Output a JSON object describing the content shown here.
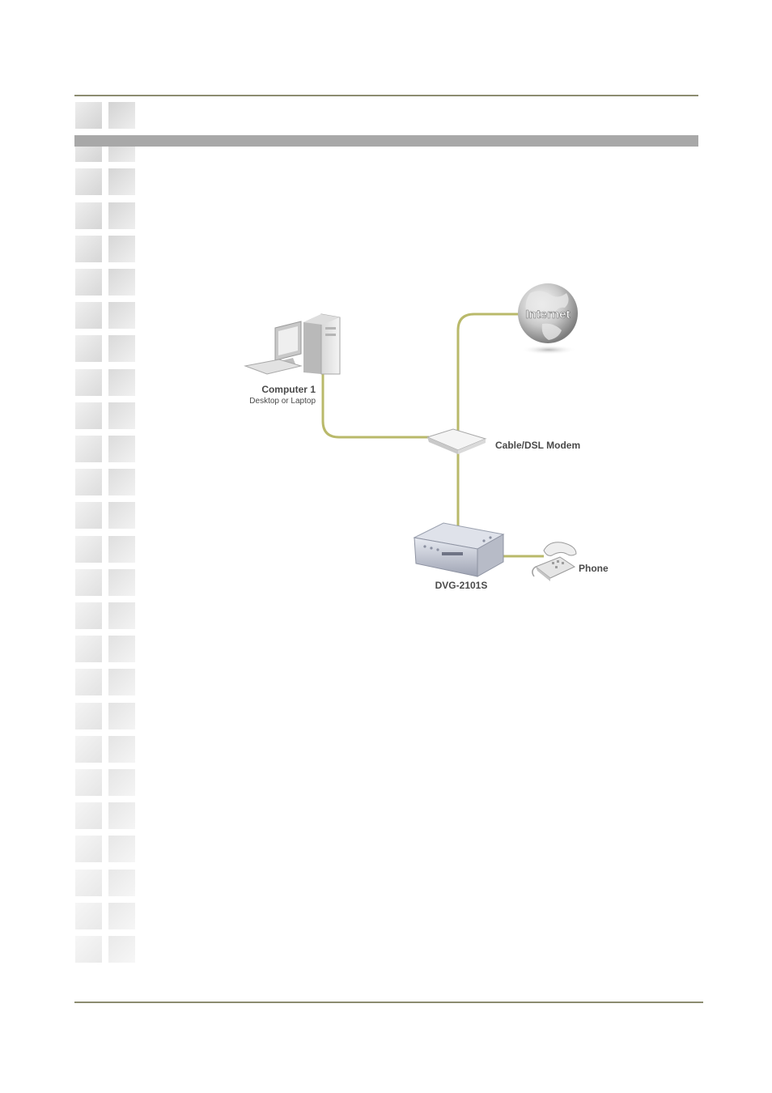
{
  "diagram": {
    "nodes": {
      "internet": {
        "label": "Internet"
      },
      "computer": {
        "label": "Computer 1",
        "sublabel": "Desktop or Laptop"
      },
      "modem": {
        "label": "Cable/DSL Modem"
      },
      "gateway": {
        "label": "DVG-2101S"
      },
      "phone": {
        "label": "Phone"
      }
    },
    "connections": [
      {
        "from": "computer",
        "to": "modem"
      },
      {
        "from": "modem",
        "to": "internet"
      },
      {
        "from": "modem",
        "to": "gateway"
      },
      {
        "from": "gateway",
        "to": "phone"
      }
    ],
    "colors": {
      "cable": "#b9b96a",
      "rule": "#8c8c70",
      "header_bar": "#a8a8a8",
      "tile_light": "#eeeeee",
      "tile_dark": "#d3d3d3"
    }
  }
}
